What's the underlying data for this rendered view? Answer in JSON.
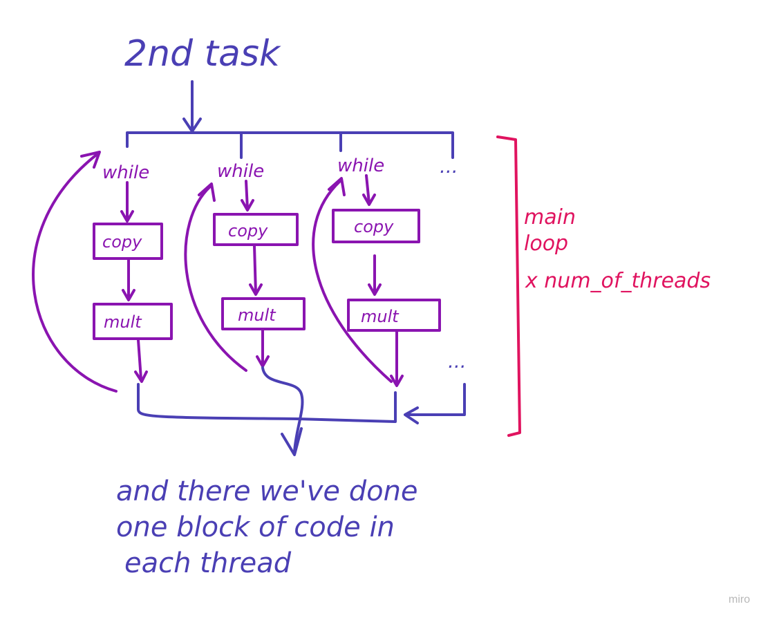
{
  "title": "2nd task",
  "threads": [
    {
      "loop_label": "while",
      "step1": "copy",
      "step2": "mult"
    },
    {
      "loop_label": "while",
      "step1": "copy",
      "step2": "mult"
    },
    {
      "loop_label": "while",
      "step1": "copy",
      "step2": "mult"
    }
  ],
  "more_threads": "...",
  "more_results": "...",
  "bracket_label_line1": "main",
  "bracket_label_line2": "loop",
  "bracket_label_line3": "x num_of_threads",
  "conclusion_line1": "and there we've done",
  "conclusion_line2": "one block of code in",
  "conclusion_line3": "each thread",
  "watermark": "miro",
  "colors": {
    "blue": "#4a3fb4",
    "purple": "#8a14b0",
    "pink": "#e0135f"
  }
}
